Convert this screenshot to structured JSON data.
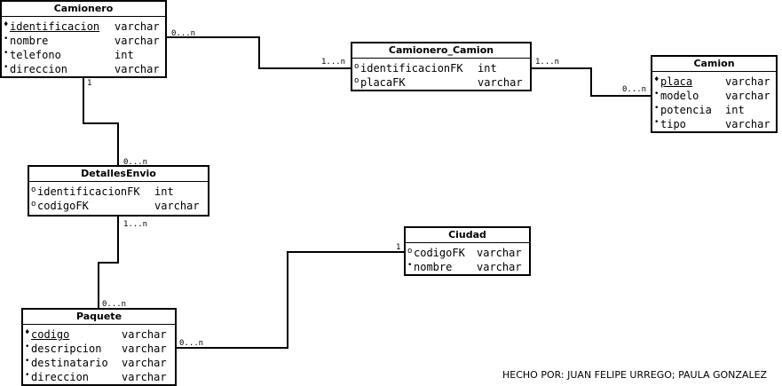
{
  "entities": {
    "camionero": {
      "title": "Camionero",
      "attrs": [
        {
          "symbol": "♦",
          "name": "identificacion",
          "type": "varchar",
          "pk": true
        },
        {
          "symbol": "•",
          "name": "nombre",
          "type": "varchar",
          "pk": false
        },
        {
          "symbol": "•",
          "name": "telefono",
          "type": "int",
          "pk": false
        },
        {
          "symbol": "•",
          "name": "direccion",
          "type": "varchar",
          "pk": false
        }
      ]
    },
    "camionero_camion": {
      "title": "Camionero_Camion",
      "attrs": [
        {
          "symbol": "o",
          "name": "identificacionFK",
          "type": "int",
          "pk": false
        },
        {
          "symbol": "o",
          "name": "placaFK",
          "type": "varchar",
          "pk": false
        }
      ]
    },
    "camion": {
      "title": "Camion",
      "attrs": [
        {
          "symbol": "♦",
          "name": "placa",
          "type": "varchar",
          "pk": true
        },
        {
          "symbol": "•",
          "name": "modelo",
          "type": "varchar",
          "pk": false
        },
        {
          "symbol": "•",
          "name": "potencia",
          "type": "int",
          "pk": false
        },
        {
          "symbol": "•",
          "name": "tipo",
          "type": "varchar",
          "pk": false
        }
      ]
    },
    "detallesenvio": {
      "title": "DetallesEnvio",
      "attrs": [
        {
          "symbol": "o",
          "name": "identificacionFK",
          "type": "int",
          "pk": false
        },
        {
          "symbol": "o",
          "name": "codigoFK",
          "type": "varchar",
          "pk": false
        }
      ]
    },
    "ciudad": {
      "title": "Ciudad",
      "attrs": [
        {
          "symbol": "o",
          "name": "codigoFK",
          "type": "varchar",
          "pk": false
        },
        {
          "symbol": "•",
          "name": "nombre",
          "type": "varchar",
          "pk": false
        }
      ]
    },
    "paquete": {
      "title": "Paquete",
      "attrs": [
        {
          "symbol": "♦",
          "name": "codigo",
          "type": "varchar",
          "pk": true
        },
        {
          "symbol": "•",
          "name": "descripcion",
          "type": "varchar",
          "pk": false
        },
        {
          "symbol": "•",
          "name": "destinatario",
          "type": "varchar",
          "pk": false
        },
        {
          "symbol": "•",
          "name": "direccion",
          "type": "varchar",
          "pk": false
        }
      ]
    }
  },
  "multiplicities": {
    "camionero_cc": "0...n",
    "cc_camionero": "1...n",
    "cc_camion": "1...n",
    "camion_cc": "0...n",
    "camionero_de": "1",
    "de_camionero": "0...n",
    "de_paquete": "1...n",
    "paquete_de": "0...n",
    "paquete_ciudad": "0...n",
    "ciudad_paquete": "1"
  },
  "author": "HECHO POR: JUAN FELIPE URREGO; PAULA GONZALEZ"
}
